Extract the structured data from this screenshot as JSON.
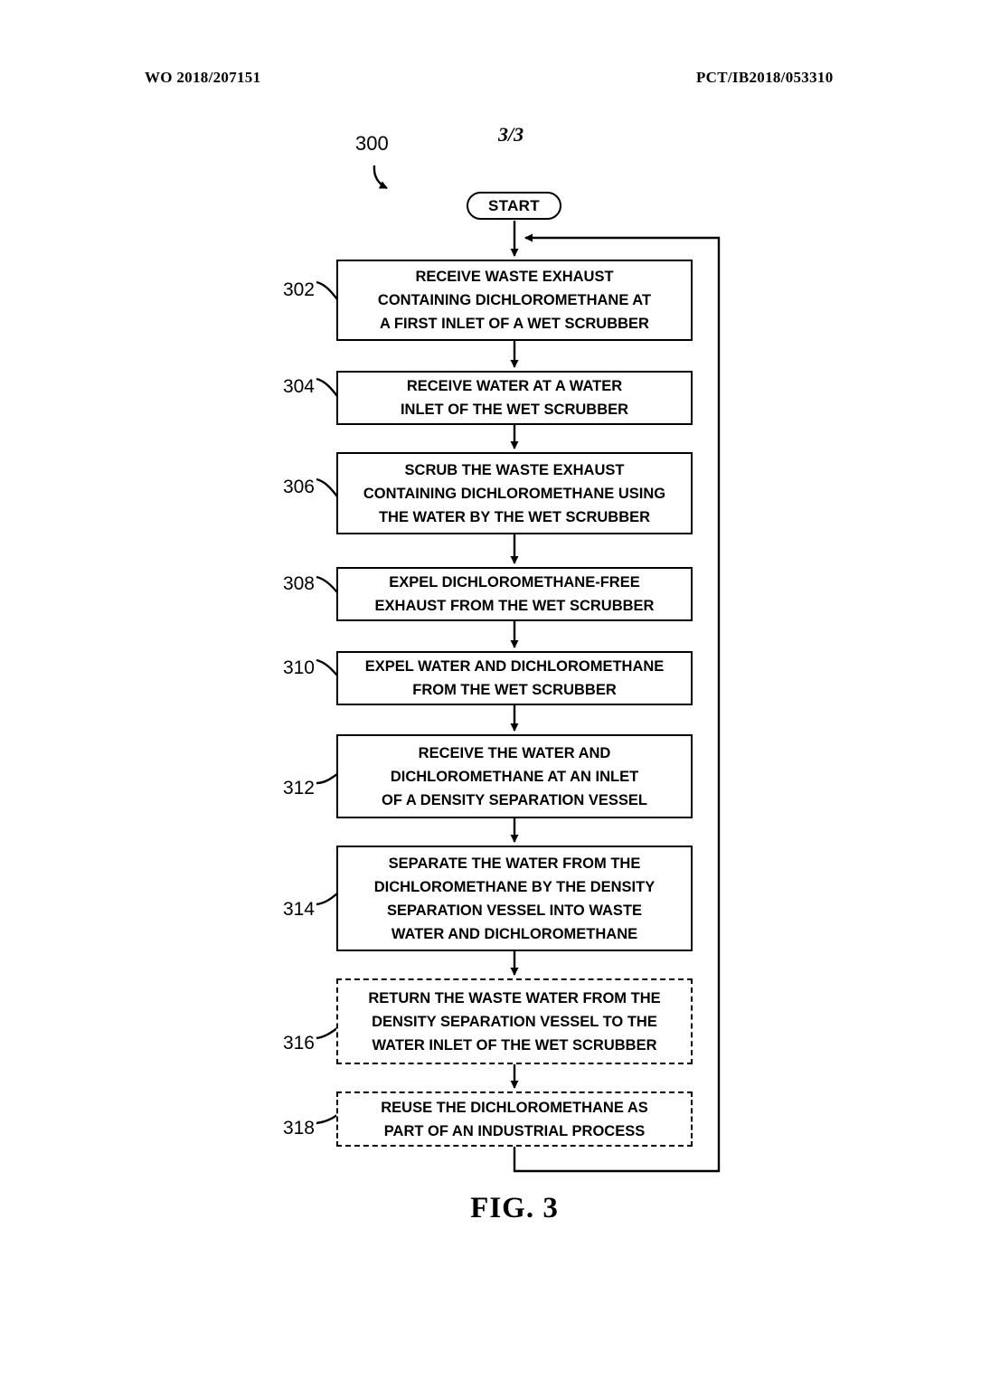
{
  "header": {
    "left": "WO 2018/207151",
    "right": "PCT/IB2018/053310"
  },
  "figure": {
    "page_label": "3/3",
    "diagram_ref": "300",
    "start_label": "START",
    "caption": "FIG. 3"
  },
  "colors": {
    "ink": "#000000",
    "background": "#ffffff"
  },
  "flowchart": {
    "steps": [
      {
        "ref": "302",
        "style": "solid",
        "text": "RECEIVE WASTE EXHAUST\nCONTAINING DICHLOROMETHANE AT\nA FIRST INLET OF A  WET SCRUBBER"
      },
      {
        "ref": "304",
        "style": "solid",
        "text": "RECEIVE WATER AT A WATER\nINLET OF THE WET SCRUBBER"
      },
      {
        "ref": "306",
        "style": "solid",
        "text": "SCRUB THE WASTE EXHAUST\nCONTAINING DICHLOROMETHANE USING\nTHE WATER BY THE WET SCRUBBER"
      },
      {
        "ref": "308",
        "style": "solid",
        "text": "EXPEL DICHLOROMETHANE-FREE\nEXHAUST FROM THE WET SCRUBBER"
      },
      {
        "ref": "310",
        "style": "solid",
        "text": "EXPEL WATER AND DICHLOROMETHANE\nFROM THE WET SCRUBBER"
      },
      {
        "ref": "312",
        "style": "solid",
        "text": "RECEIVE THE WATER AND\nDICHLOROMETHANE AT AN INLET\nOF A DENSITY SEPARATION VESSEL"
      },
      {
        "ref": "314",
        "style": "solid",
        "text": "SEPARATE THE WATER FROM THE\nDICHLOROMETHANE BY THE DENSITY\nSEPARATION VESSEL INTO WASTE\nWATER AND DICHLOROMETHANE"
      },
      {
        "ref": "316",
        "style": "dashed",
        "text": "RETURN THE WASTE WATER FROM THE\nDENSITY SEPARATION VESSEL TO THE\nWATER INLET OF THE WET SCRUBBER"
      },
      {
        "ref": "318",
        "style": "dashed",
        "text": "REUSE THE DICHLOROMETHANE AS\nPART OF AN INDUSTRIAL PROCESS"
      }
    ]
  }
}
